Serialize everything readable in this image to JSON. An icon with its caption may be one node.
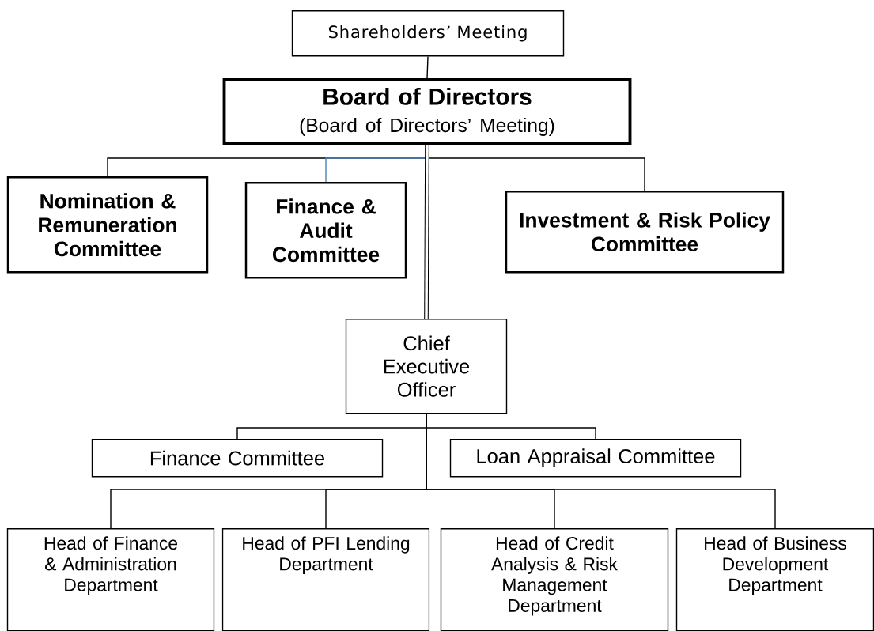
{
  "diagram": {
    "nodes": [
      {
        "text": [
          "Shareholders’ Meeting"
        ]
      },
      {
        "text": [
          "Board of Directors",
          "(Board of Directors’ Meeting)"
        ]
      },
      {
        "text": [
          "Nomination & Remuneration Committee"
        ]
      },
      {
        "text": [
          "Finance & Audit Committee"
        ]
      },
      {
        "text": [
          "Investment & Risk Policy Committee"
        ]
      },
      {
        "text": [
          "Chief Executive Officer"
        ]
      },
      {
        "text": [
          "Finance Committee"
        ]
      },
      {
        "text": [
          "Loan Appraisal Committee"
        ]
      },
      {
        "text": [
          "Head of Finance & Administration Department"
        ]
      },
      {
        "text": [
          "Head of PFI Lending Department"
        ]
      },
      {
        "text": [
          "Head of Credit Analysis & Risk Management Department"
        ]
      },
      {
        "text": [
          "Head of Business Development Department"
        ]
      }
    ],
    "edges": [
      {
        "from": 0,
        "to": 1,
        "arrow": "none"
      },
      {
        "from": 1,
        "to": 2,
        "arrow": "none"
      },
      {
        "from": 1,
        "to": 3,
        "arrow": "none",
        "color": "#4f81bd"
      },
      {
        "from": 1,
        "to": 4,
        "arrow": "none"
      },
      {
        "from": 1,
        "to": 5,
        "arrow": "none",
        "style": "thick"
      },
      {
        "from": 5,
        "to": 6,
        "arrow": "none"
      },
      {
        "from": 5,
        "to": 7,
        "arrow": "none"
      },
      {
        "from": 5,
        "to": 8,
        "arrow": "none"
      },
      {
        "from": 5,
        "to": 9,
        "arrow": "none"
      },
      {
        "from": 5,
        "to": 10,
        "arrow": "none"
      },
      {
        "from": 5,
        "to": 11,
        "arrow": "none"
      }
    ]
  }
}
